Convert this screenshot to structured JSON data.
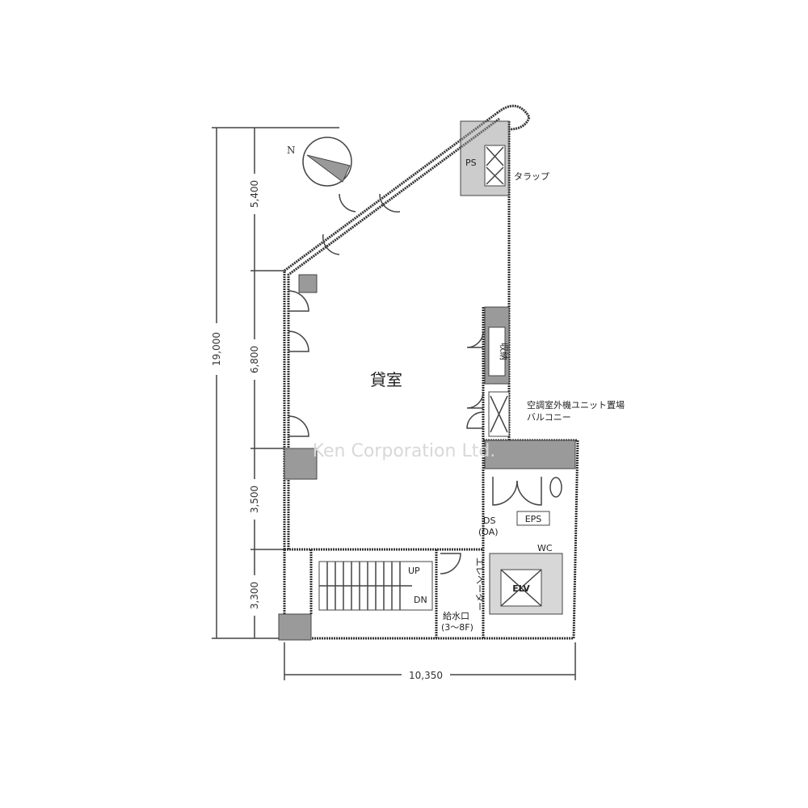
{
  "plan": {
    "room_label": "貸室",
    "north_label": "N",
    "ladder_label": "タラップ",
    "pipe_space_label": "PS",
    "storage_label": "収納",
    "balcony_label_1": "空調室外機ユニット置場",
    "balcony_label_2": "バルコニー",
    "eps_label": "EPS",
    "ds_label_1": "DS",
    "ds_label_2": "(OA)",
    "elevator_hall_label": "エレベーター",
    "elv_label": "ELV",
    "water_inlet_label_1": "給水口",
    "water_inlet_label_2": "(3〜8F)",
    "stairs_up_label": "UP",
    "stairs_down_label": "DN",
    "wc_label": "WC",
    "watermark": "Ken Corporation Ltd."
  },
  "dimensions": {
    "total_height": "19,000",
    "segment_1": "5,400",
    "segment_2": "6,800",
    "segment_3": "3,500",
    "segment_4": "3,300",
    "total_width": "10,350"
  }
}
